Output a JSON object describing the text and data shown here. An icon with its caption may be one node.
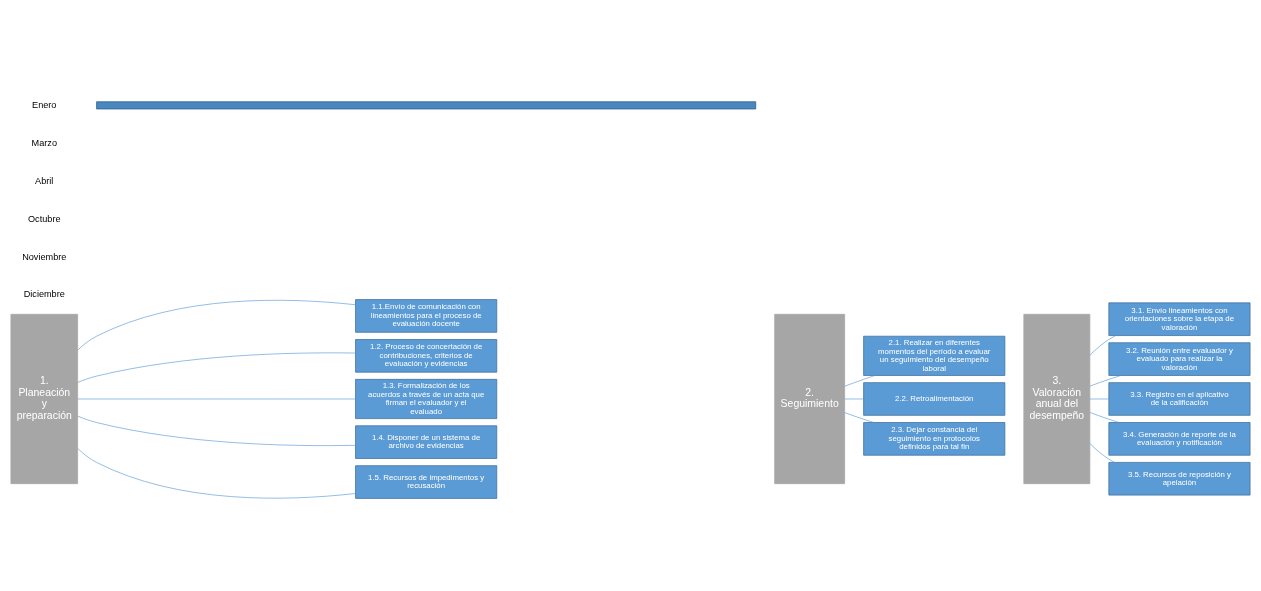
{
  "diagram": {
    "nodes": [
      {
        "text": [
          "1. Planeación y preparación"
        ]
      },
      {
        "text": [
          "1.1.Envío de comunicación con lineamientos para el proceso de evaluación docente"
        ]
      },
      {
        "text": [
          "1.2. Proceso de concertación de contribuciones, criterios de evaluación y evidencias"
        ]
      },
      {
        "text": [
          "1.3. Formalización de los acuerdos a través de un acta que firman el evaluador y el evaluado"
        ]
      },
      {
        "text": [
          "1.4. Disponer de un sistema de archivo de evidencias"
        ]
      },
      {
        "text": [
          "1.5. Recursos de impedimentos y recusación"
        ]
      },
      {
        "text": [
          "2. Seguimiento"
        ]
      },
      {
        "text": [
          "2.1. Realizar en diferentes momentos del período a evaluar un seguimiento del desempeño laboral"
        ]
      },
      {
        "text": [
          "2.2. Retroalimentación"
        ]
      },
      {
        "text": [
          "2.3. Dejar constancia del seguimiento en protocolos definidos para tal fin"
        ]
      },
      {
        "text": [
          "3. Valoración anual del desempeño"
        ]
      },
      {
        "text": [
          "3.1. Envío lineamientos con orientaciones sobre la etapa de valoración"
        ]
      },
      {
        "text": [
          "3.2. Reunión entre evaluador y evaluado para realizar la valoración"
        ]
      },
      {
        "text": [
          "3.3. Registro en el aplicativo de la calificación"
        ]
      },
      {
        "text": [
          "3.4. Generación de reporte de la evaluación y notificación"
        ]
      },
      {
        "text": [
          "3.5. Recursos de reposición y apelación"
        ]
      }
    ],
    "edges": [
      {
        "from": 0,
        "to": 1,
        "arrow": "none"
      },
      {
        "from": 0,
        "to": 2,
        "arrow": "none"
      },
      {
        "from": 0,
        "to": 3,
        "arrow": "none"
      },
      {
        "from": 0,
        "to": 4,
        "arrow": "none"
      },
      {
        "from": 0,
        "to": 5,
        "arrow": "none"
      },
      {
        "from": 6,
        "to": 7,
        "arrow": "none"
      },
      {
        "from": 6,
        "to": 8,
        "arrow": "none"
      },
      {
        "from": 6,
        "to": 9,
        "arrow": "none"
      },
      {
        "from": 10,
        "to": 11,
        "arrow": "none"
      },
      {
        "from": 10,
        "to": 12,
        "arrow": "none"
      },
      {
        "from": 10,
        "to": 13,
        "arrow": "none"
      },
      {
        "from": 10,
        "to": 14,
        "arrow": "none"
      },
      {
        "from": 10,
        "to": 15,
        "arrow": "none"
      }
    ],
    "labels": [
      "Enero",
      "Marzo",
      "Abril",
      "Octubre",
      "Noviembre",
      "Diciembre"
    ]
  }
}
